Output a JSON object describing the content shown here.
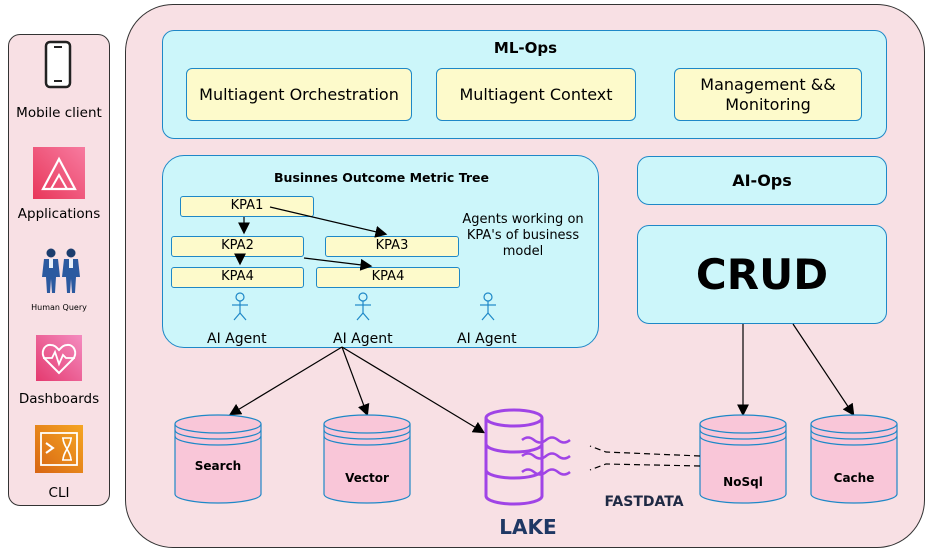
{
  "sidebar": {
    "mobile_label": "Mobile client",
    "apps_label": "Applications",
    "human_label": "Human Query",
    "dash_label": "Dashboards",
    "cli_label": "CLI"
  },
  "mlops": {
    "title": "ML-Ops",
    "items": [
      "Multiagent Orchestration",
      "Multiagent Context",
      "Management &&\nMonitoring"
    ]
  },
  "metric_tree": {
    "title": "Businnes Outcome Metric Tree",
    "kpas": [
      "KPA1",
      "KPA2",
      "KPA3",
      "KPA4",
      "KPA4"
    ],
    "note": "Agents working on KPA's of business model",
    "agents": [
      "AI Agent",
      "AI Agent",
      "AI Agent"
    ]
  },
  "aiops": {
    "title": "AI-Ops"
  },
  "crud": {
    "title": "CRUD"
  },
  "stores": {
    "search": "Search",
    "vector": "Vector",
    "lake": "LAKE",
    "nosql": "NoSql",
    "cache": "Cache",
    "fastdata": "FASTDATA"
  },
  "colors": {
    "panel": "#f8e0e4",
    "cyan": "#ccf6fa",
    "yellow": "#fdfacb",
    "db_fill": "#f9c6d8",
    "lake_purple": "#a044e6",
    "border_blue": "#1e88c7"
  }
}
